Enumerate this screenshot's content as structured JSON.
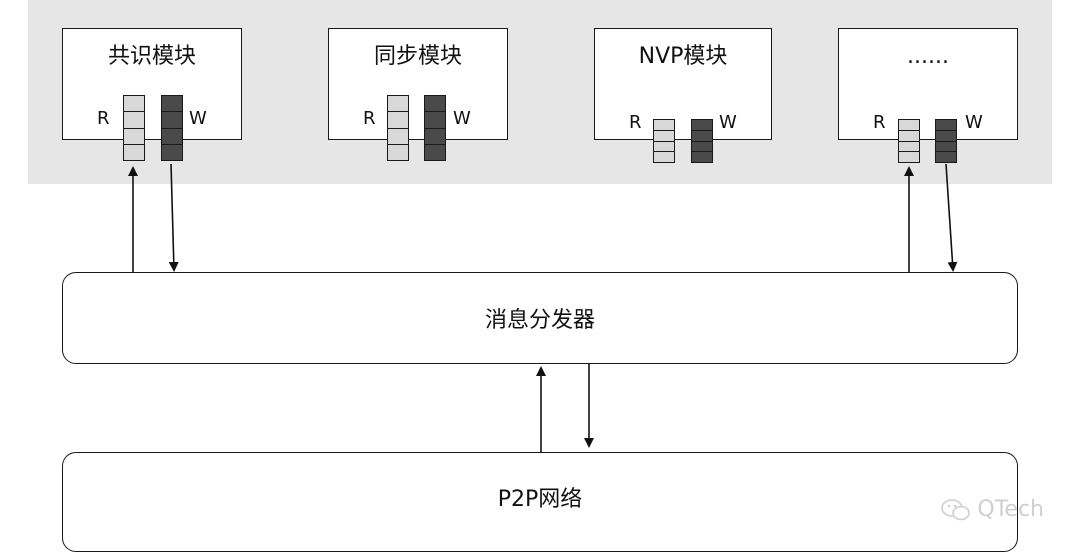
{
  "modules": [
    {
      "title": "共识模块",
      "read_label": "R",
      "write_label": "W"
    },
    {
      "title": "同步模块",
      "read_label": "R",
      "write_label": "W"
    },
    {
      "title": "NVP模块",
      "read_label": "R",
      "write_label": "W"
    },
    {
      "title": "......",
      "read_label": "R",
      "write_label": "W"
    }
  ],
  "dispatcher": {
    "label": "消息分发器"
  },
  "network": {
    "label": "P2P网络"
  },
  "watermark": {
    "text": "QTech",
    "icon": "wechat-icon"
  },
  "colors": {
    "band": "#e6e6e6",
    "read_queue": "#d8d8d8",
    "write_queue": "#4a4a4a",
    "line": "#1a1a1a"
  }
}
